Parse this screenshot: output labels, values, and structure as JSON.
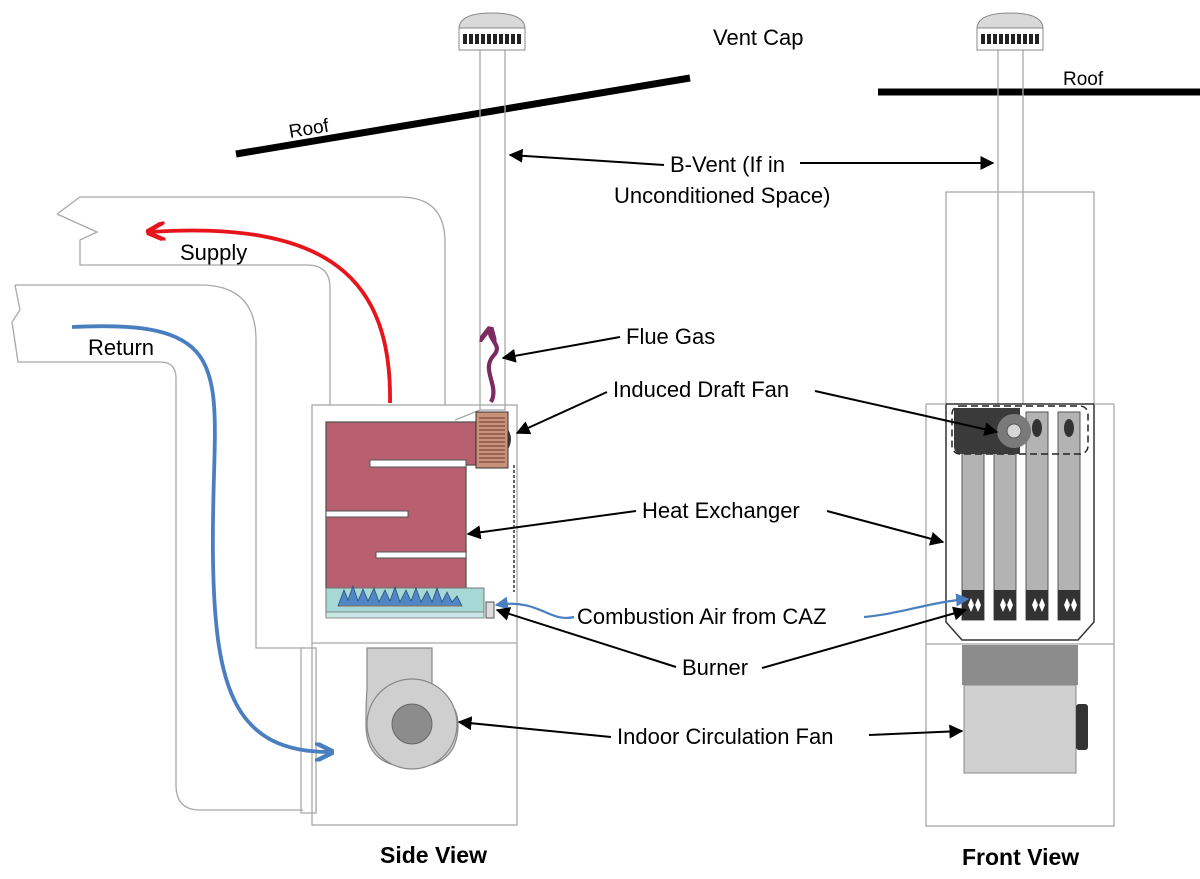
{
  "labels": {
    "vent_cap": "Vent Cap",
    "roof_side": "Roof",
    "roof_front": "Roof",
    "b_vent_line1": "B-Vent (If in",
    "b_vent_line2": "Unconditioned Space)",
    "supply": "Supply",
    "return": "Return",
    "flue_gas": "Flue Gas",
    "induced_draft_fan": "Induced Draft Fan",
    "heat_exchanger": "Heat Exchanger",
    "combustion_air": "Combustion Air from CAZ",
    "burner": "Burner",
    "indoor_circulation_fan": "Indoor Circulation Fan"
  },
  "views": {
    "side": "Side View",
    "front": "Front View"
  },
  "colors": {
    "heat_exchanger": "#b8606f",
    "supply_arrow": "#e8141c",
    "return_arrow": "#4a7fbf",
    "flue_gas_arrow": "#7c2a62",
    "burner_tray": "#a6d9d6",
    "flame": "#4f86c6",
    "fan": "#c8c8c8",
    "outline": "#a8a8a8"
  }
}
